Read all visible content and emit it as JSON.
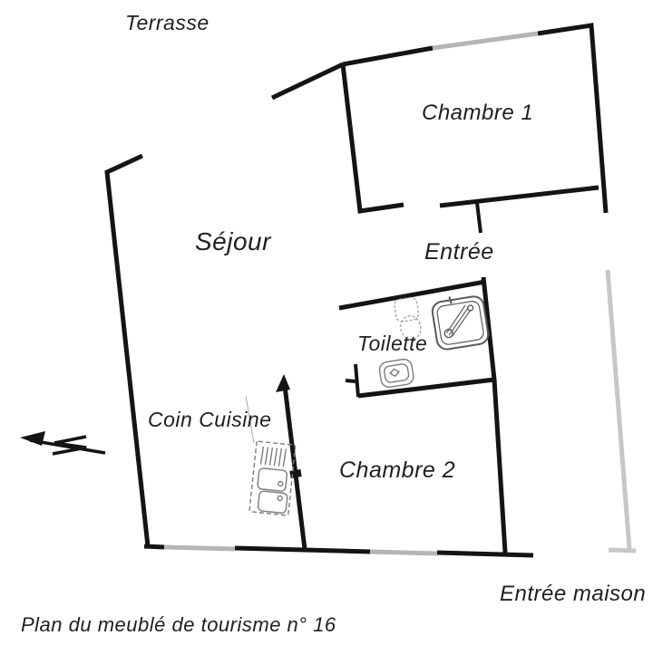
{
  "page": {
    "caption": "Plan du meublé de tourisme n° 16"
  },
  "rooms": {
    "terrasse": "Terrasse",
    "chambre1": "Chambre 1",
    "sejour": "Séjour",
    "entree": "Entrée",
    "toilette": "Toilette",
    "coin_cuisine": "Coin Cuisine",
    "chambre2": "Chambre 2",
    "entree_maison": "Entrée maison"
  },
  "icons": {
    "north_arrow": "north-arrow",
    "shower": "shower-symbol",
    "toilet": "toilet-symbol",
    "washbasin": "washbasin-symbol",
    "kitchen_sink": "kitchen-sink-symbol"
  },
  "colors": {
    "wall": "#141414",
    "window_gray": "#b5b5b5",
    "exterior_gray": "#c7c7c7",
    "fixture_gray": "#7d7d7d",
    "fixture_light": "#9a9a9a",
    "text": "#1f1f1f",
    "background": "#ffffff"
  }
}
